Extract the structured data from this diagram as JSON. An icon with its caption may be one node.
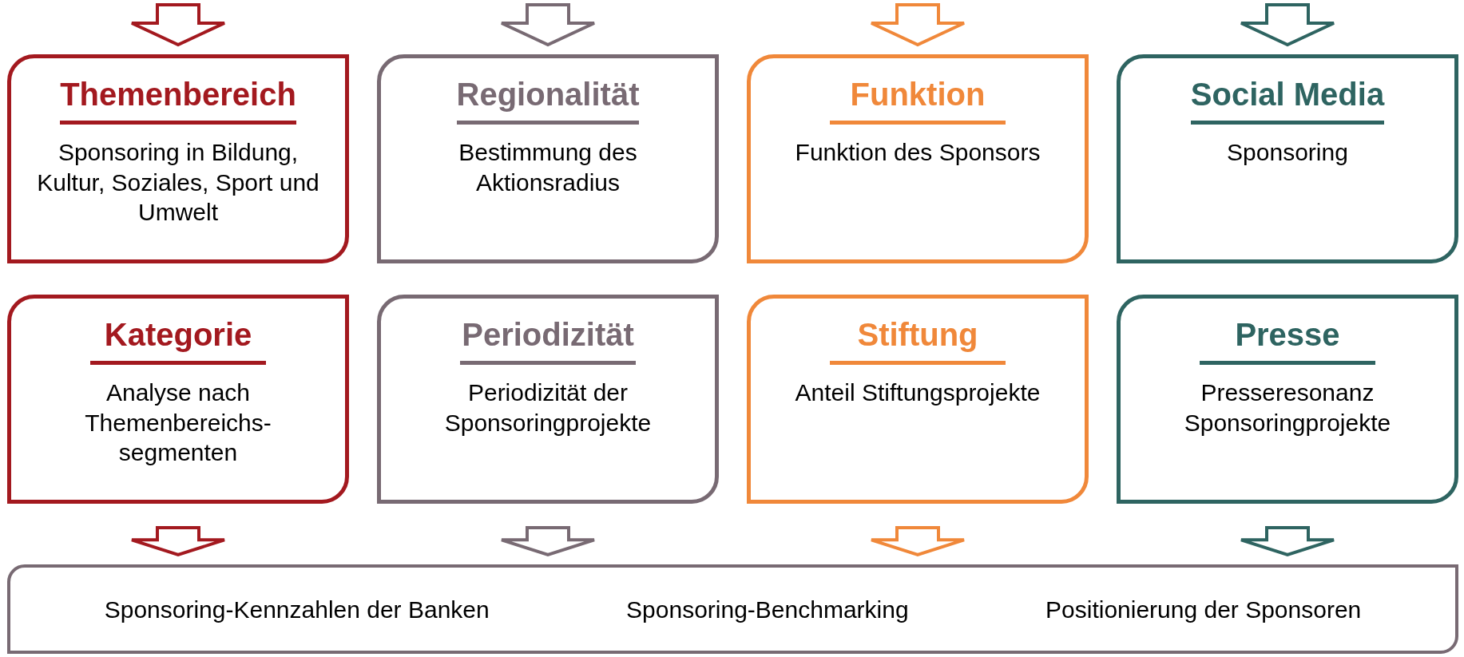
{
  "diagram": {
    "nodes": [
      {
        "text": [
          "Themenbereich",
          "Sponsoring in Bildung, Kultur, Soziales, Sport und Umwelt"
        ]
      },
      {
        "text": [
          "Regionalität",
          "Bestimmung des Aktionsradius"
        ]
      },
      {
        "text": [
          "Funktion",
          "Funktion des Sponsors"
        ]
      },
      {
        "text": [
          "Social Media",
          "Sponsoring"
        ]
      },
      {
        "text": [
          "Kategorie",
          "Analyse nach Themenbereichs-segmenten"
        ]
      },
      {
        "text": [
          "Periodizität",
          "Periodizität der Sponsoringprojekte"
        ]
      },
      {
        "text": [
          "Stiftung",
          "Anteil Stiftungsprojekte"
        ]
      },
      {
        "text": [
          "Presse",
          "Presseresonanz Sponsoringprojekte"
        ]
      },
      {
        "text": [
          "Sponsoring-Kennzahlen der Banken",
          "Sponsoring-Benchmarking",
          "Positionierung der Sponsoren"
        ]
      }
    ],
    "edges": [
      {
        "from": null,
        "to": 0,
        "arrow": "to",
        "color": "#a3191f"
      },
      {
        "from": null,
        "to": 1,
        "arrow": "to",
        "color": "#786a73"
      },
      {
        "from": null,
        "to": 2,
        "arrow": "to",
        "color": "#f0883a"
      },
      {
        "from": null,
        "to": 3,
        "arrow": "to",
        "color": "#2e6461"
      },
      {
        "from": 4,
        "to": 8,
        "arrow": "to",
        "color": "#a3191f"
      },
      {
        "from": 5,
        "to": 8,
        "arrow": "to",
        "color": "#786a73"
      },
      {
        "from": 6,
        "to": 8,
        "arrow": "to",
        "color": "#f0883a"
      },
      {
        "from": 7,
        "to": 8,
        "arrow": "to",
        "color": "#2e6461"
      }
    ]
  }
}
